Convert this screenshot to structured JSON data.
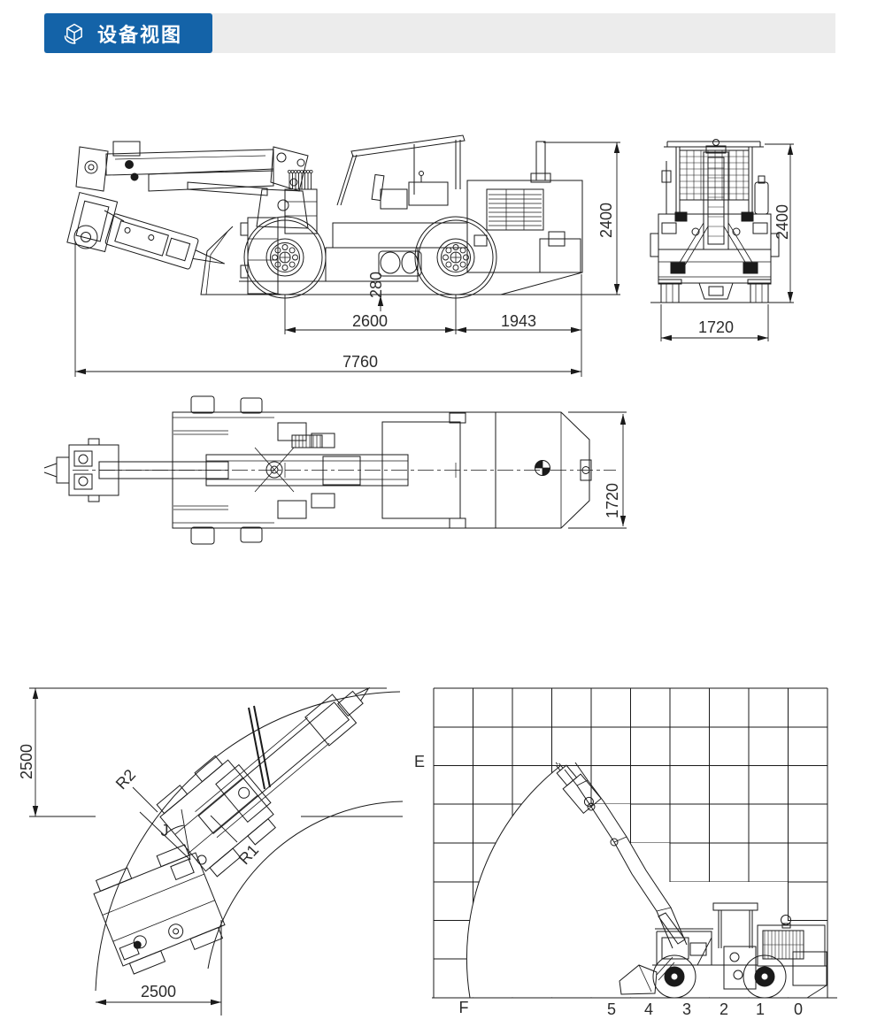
{
  "header": {
    "icon": "cube-3d-icon",
    "title": "设备视图",
    "accent_color": "#1463a8",
    "bar_color": "#ececec"
  },
  "side_view": {
    "dim_total_length": "7760",
    "dim_wheelbase": "2600",
    "dim_rear_length": "1943",
    "dim_height": "2400",
    "dim_ground_clearance": "280"
  },
  "rear_view": {
    "dim_height": "2400",
    "dim_width": "1720"
  },
  "top_view": {
    "dim_width": "1720"
  },
  "turning_diagram": {
    "dim_outer_width": "2500",
    "dim_inner_width": "2500",
    "label_outer_radius": "R2",
    "label_inner_radius": "R1",
    "label_articulation_angle": "J"
  },
  "coverage_diagram": {
    "label_height_ref": "E",
    "label_floor_ref": "F",
    "x_ticks": [
      "5",
      "4",
      "3",
      "2",
      "1",
      "0"
    ]
  }
}
